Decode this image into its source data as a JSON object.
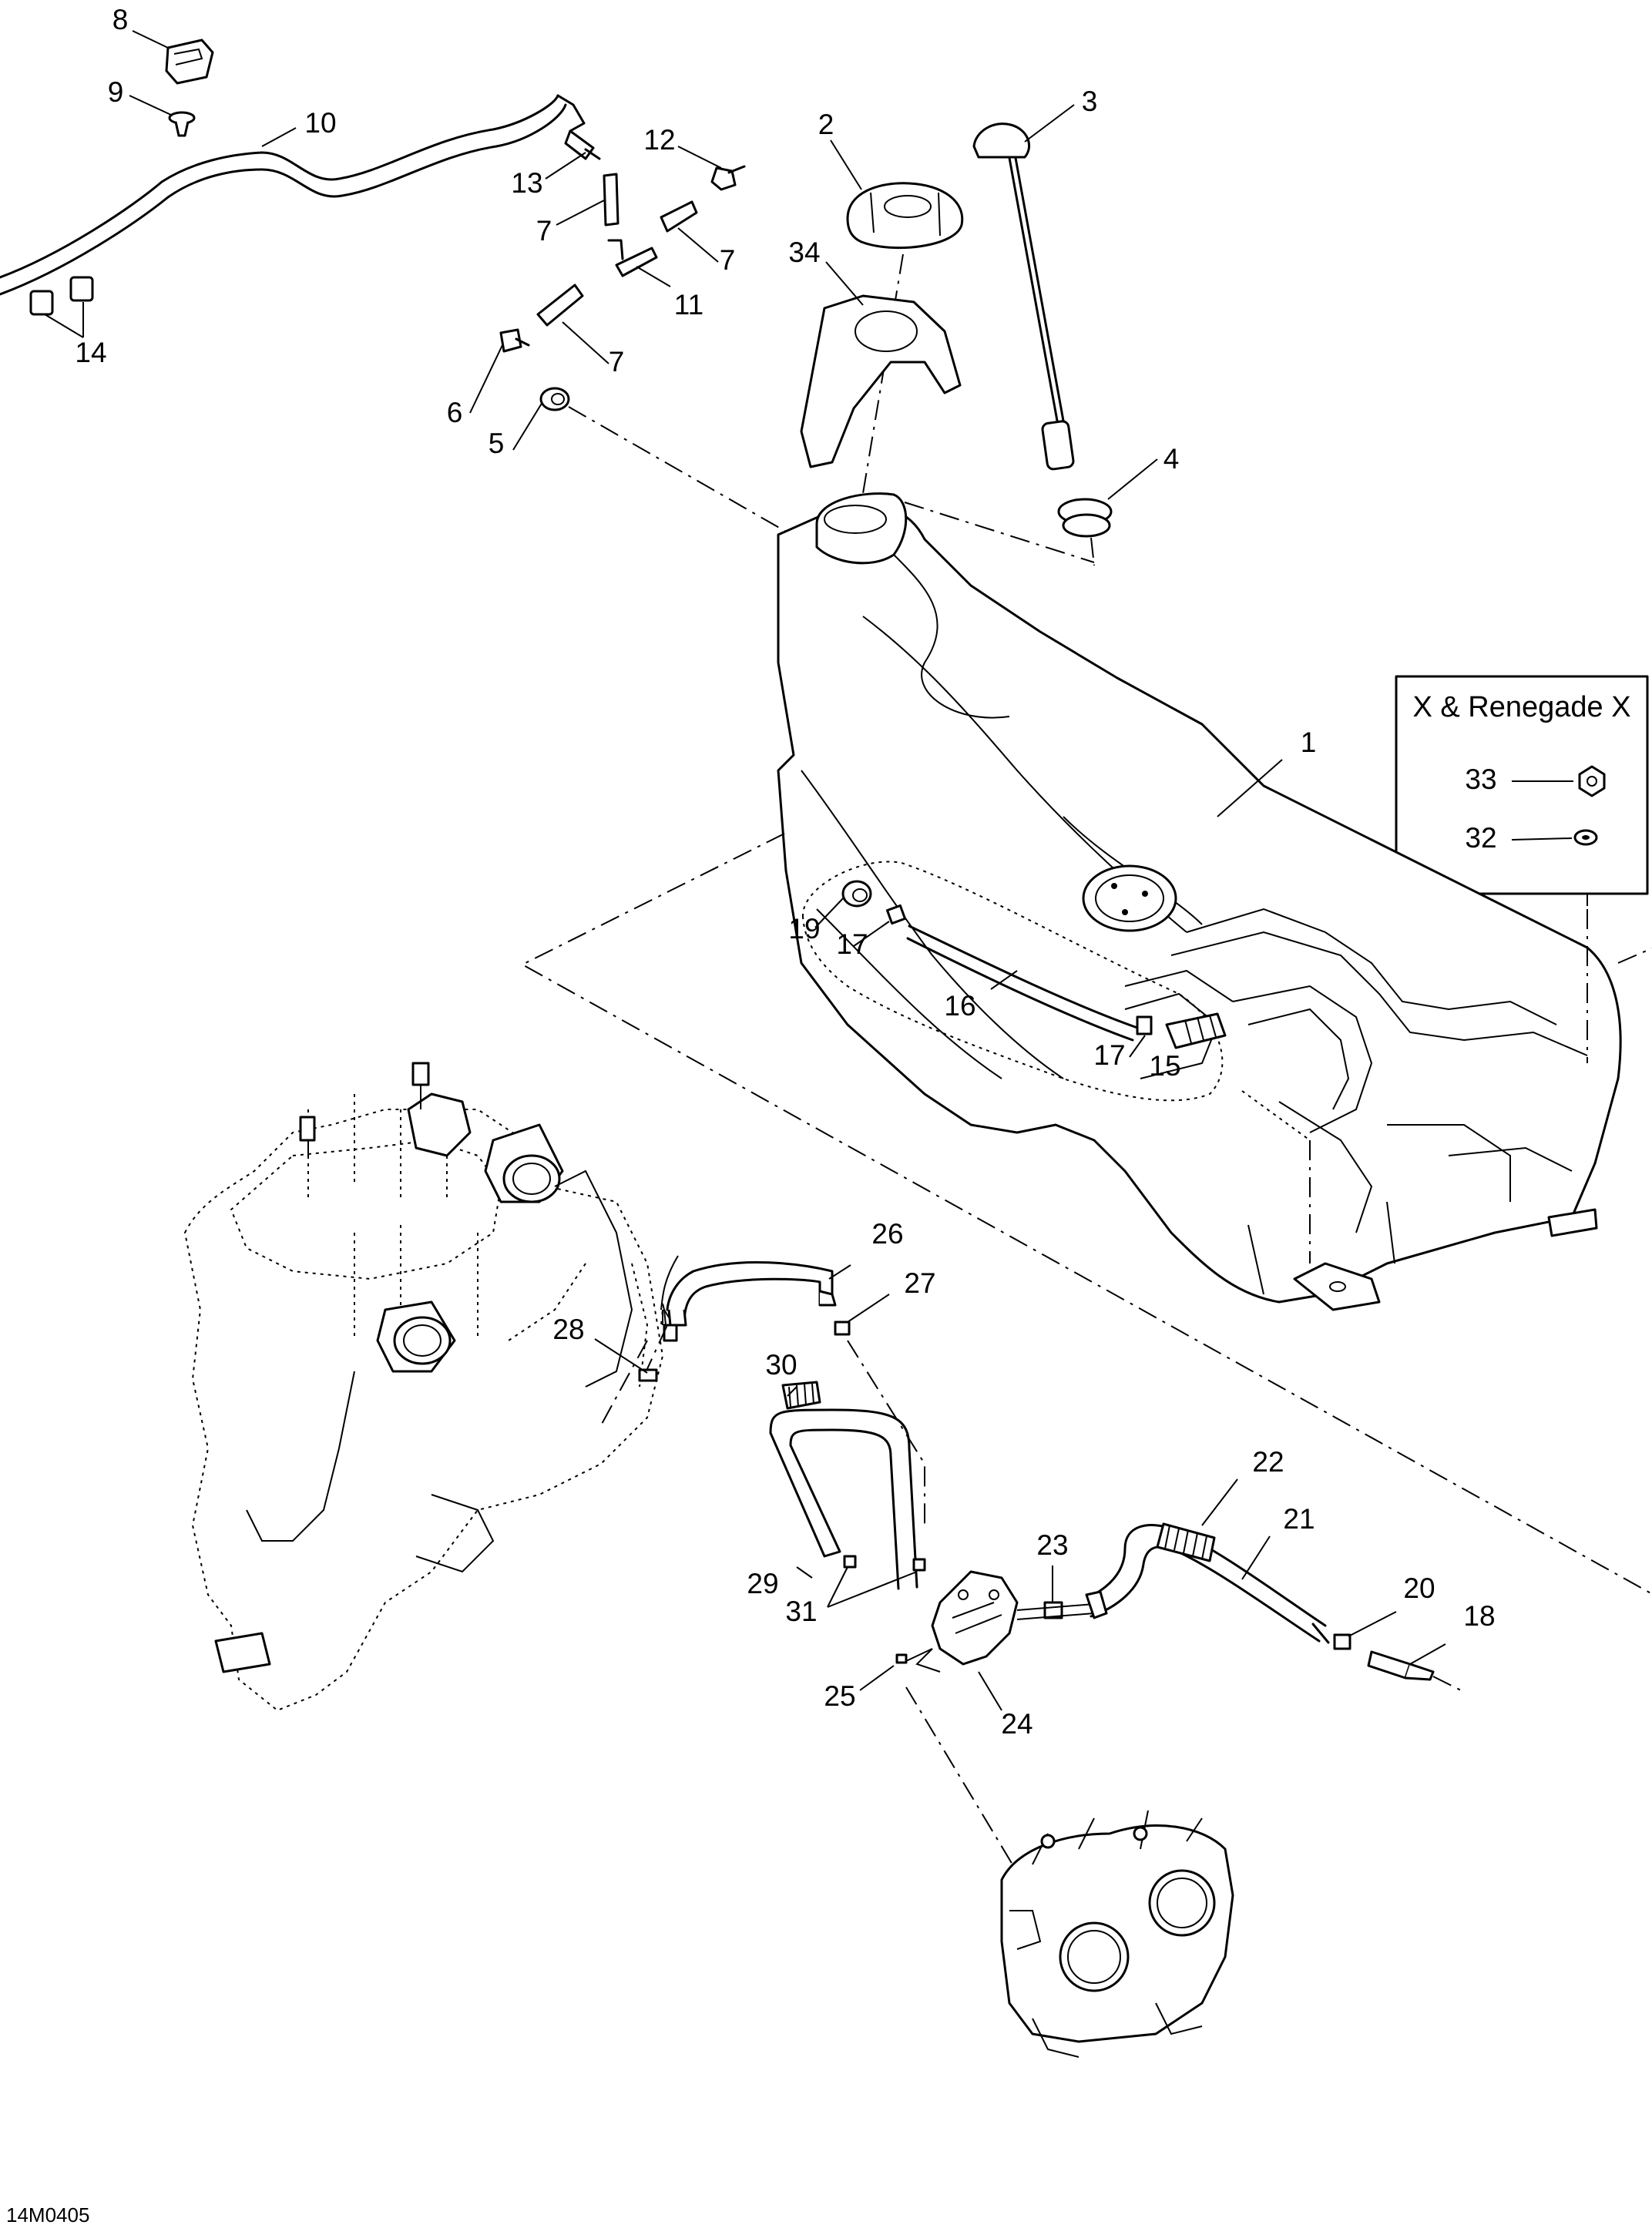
{
  "callouts": [
    {
      "id": "c8",
      "label": "8"
    },
    {
      "id": "c9",
      "label": "9"
    },
    {
      "id": "c10",
      "label": "10"
    },
    {
      "id": "c12",
      "label": "12"
    },
    {
      "id": "c13",
      "label": "13"
    },
    {
      "id": "c7a",
      "label": "7"
    },
    {
      "id": "c7b",
      "label": "7"
    },
    {
      "id": "c11",
      "label": "11"
    },
    {
      "id": "c7c",
      "label": "7"
    },
    {
      "id": "c14",
      "label": "14"
    },
    {
      "id": "c6",
      "label": "6"
    },
    {
      "id": "c5",
      "label": "5"
    },
    {
      "id": "c2",
      "label": "2"
    },
    {
      "id": "c34",
      "label": "34"
    },
    {
      "id": "c3",
      "label": "3"
    },
    {
      "id": "c4",
      "label": "4"
    },
    {
      "id": "c1",
      "label": "1"
    },
    {
      "id": "c33",
      "label": "33"
    },
    {
      "id": "c32",
      "label": "32"
    },
    {
      "id": "c19",
      "label": "19"
    },
    {
      "id": "c17a",
      "label": "17"
    },
    {
      "id": "c16",
      "label": "16"
    },
    {
      "id": "c17b",
      "label": "17"
    },
    {
      "id": "c15",
      "label": "15"
    },
    {
      "id": "c26",
      "label": "26"
    },
    {
      "id": "c27",
      "label": "27"
    },
    {
      "id": "c28",
      "label": "28"
    },
    {
      "id": "c30",
      "label": "30"
    },
    {
      "id": "c22",
      "label": "22"
    },
    {
      "id": "c21",
      "label": "21"
    },
    {
      "id": "c23",
      "label": "23"
    },
    {
      "id": "c20",
      "label": "20"
    },
    {
      "id": "c18",
      "label": "18"
    },
    {
      "id": "c29",
      "label": "29"
    },
    {
      "id": "c31",
      "label": "31"
    },
    {
      "id": "c25",
      "label": "25"
    },
    {
      "id": "c24",
      "label": "24"
    }
  ],
  "inset": {
    "title": "X & Renegade X"
  },
  "drawing_code": "14M0405"
}
